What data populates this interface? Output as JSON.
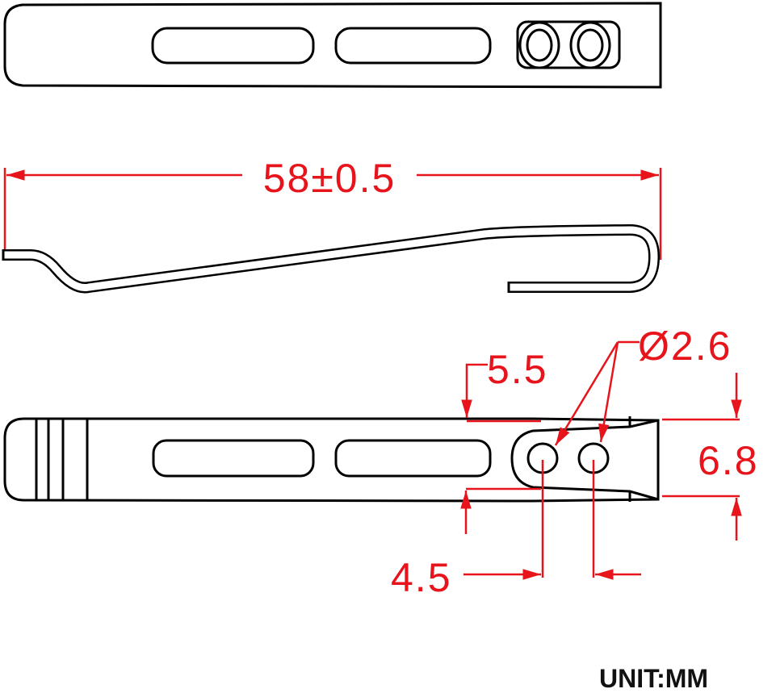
{
  "dimensions": {
    "length": "58±0.5",
    "edge_offset": "5.5",
    "hole_diameter": "Ø2.6",
    "width": "6.8",
    "hole_spacing": "4.5"
  },
  "unit_label": "UNIT:MM",
  "colors": {
    "outline": "#000000",
    "dimension": "#e8141c"
  }
}
